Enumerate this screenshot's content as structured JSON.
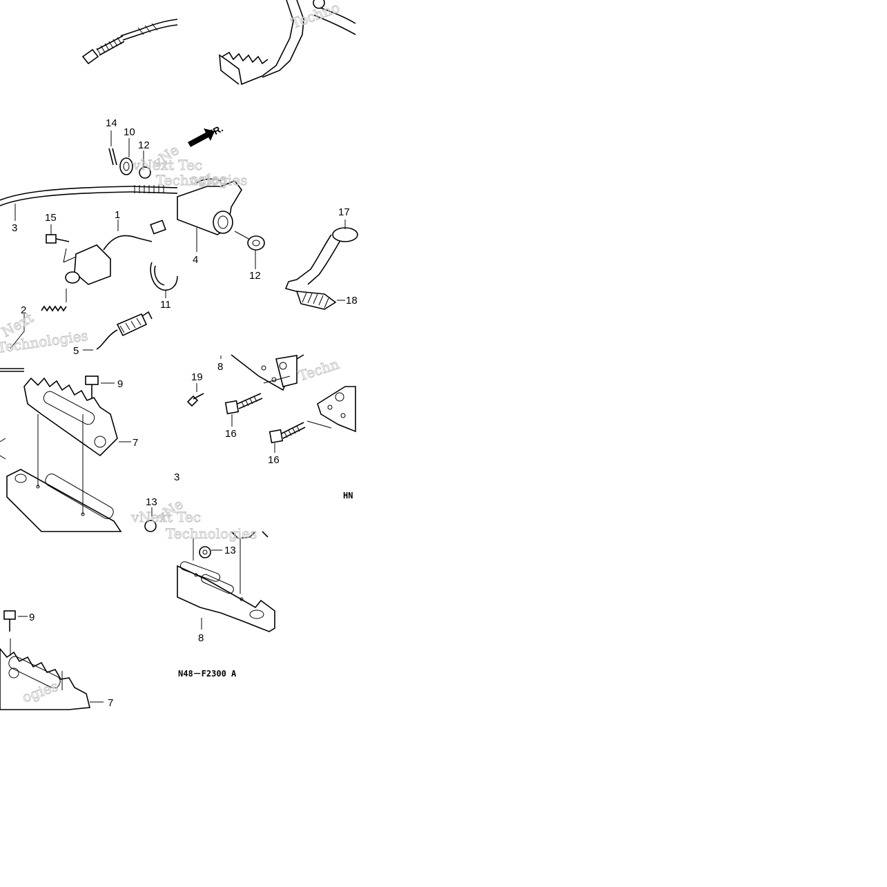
{
  "diagram": {
    "direction_marker": "FR.",
    "diagram_code": "N48－F2300 A",
    "diagram_code_fragment": "HN",
    "watermark": {
      "words": [
        "vNext Tec",
        "Technologies",
        "vNext Tec",
        "Technologies",
        "Technologies",
        "Techno",
        "vNe",
        "vNe",
        "Techn",
        "Next",
        "ogies",
        "ogies"
      ]
    },
    "callouts": [
      {
        "id": "c14",
        "number": "14"
      },
      {
        "id": "c10",
        "number": "10"
      },
      {
        "id": "c12a",
        "number": "12"
      },
      {
        "id": "c3",
        "number": "3"
      },
      {
        "id": "c15",
        "number": "15"
      },
      {
        "id": "c1",
        "number": "1"
      },
      {
        "id": "c2",
        "number": "2"
      },
      {
        "id": "c5",
        "number": "5"
      },
      {
        "id": "c11",
        "number": "11"
      },
      {
        "id": "c4",
        "number": "4"
      },
      {
        "id": "c12b",
        "number": "12"
      },
      {
        "id": "c17",
        "number": "17"
      },
      {
        "id": "c18",
        "number": "18"
      },
      {
        "id": "c9a",
        "number": "9"
      },
      {
        "id": "c7a",
        "number": "7"
      },
      {
        "id": "c13a",
        "number": "13"
      },
      {
        "id": "c8a",
        "number": "8"
      },
      {
        "id": "c19",
        "number": "19"
      },
      {
        "id": "c16a",
        "number": "16"
      },
      {
        "id": "c16b",
        "number": "16"
      },
      {
        "id": "c13b",
        "number": "13"
      },
      {
        "id": "c8b",
        "number": "8"
      },
      {
        "id": "c9b",
        "number": "9"
      },
      {
        "id": "c7b",
        "number": "7"
      },
      {
        "id": "c3frag",
        "number": "3"
      }
    ]
  }
}
